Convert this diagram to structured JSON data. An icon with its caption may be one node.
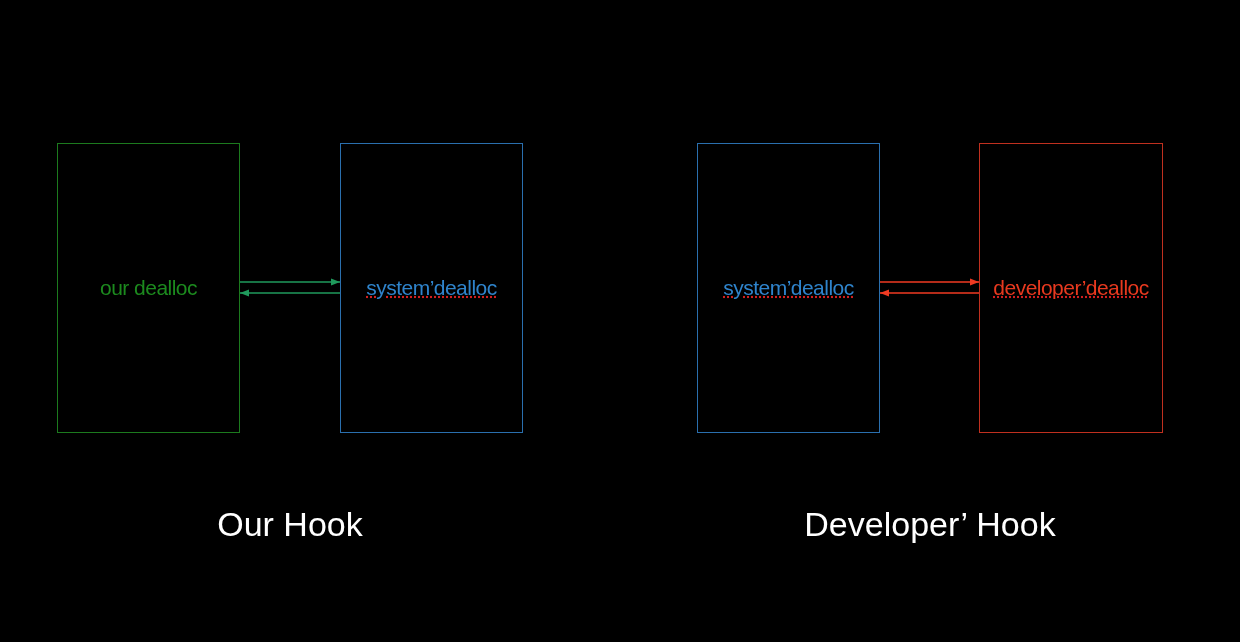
{
  "diagram": {
    "nodes": [
      {
        "text": [
          "our dealloc"
        ]
      },
      {
        "text": [
          "system’dealloc"
        ]
      },
      {
        "text": [
          "system’dealloc"
        ]
      },
      {
        "text": [
          "developer’dealloc"
        ]
      }
    ],
    "edges": [
      {
        "from": 0,
        "to": 1,
        "arrow": "to",
        "color": "#1f9a5c"
      },
      {
        "from": 1,
        "to": 0,
        "arrow": "to",
        "color": "#1f9a5c"
      },
      {
        "from": 2,
        "to": 3,
        "arrow": "to",
        "color": "#f03a22"
      },
      {
        "from": 3,
        "to": 2,
        "arrow": "to",
        "color": "#f03a22"
      }
    ],
    "labels": [
      "Our Hook",
      "Developer’ Hook"
    ]
  }
}
